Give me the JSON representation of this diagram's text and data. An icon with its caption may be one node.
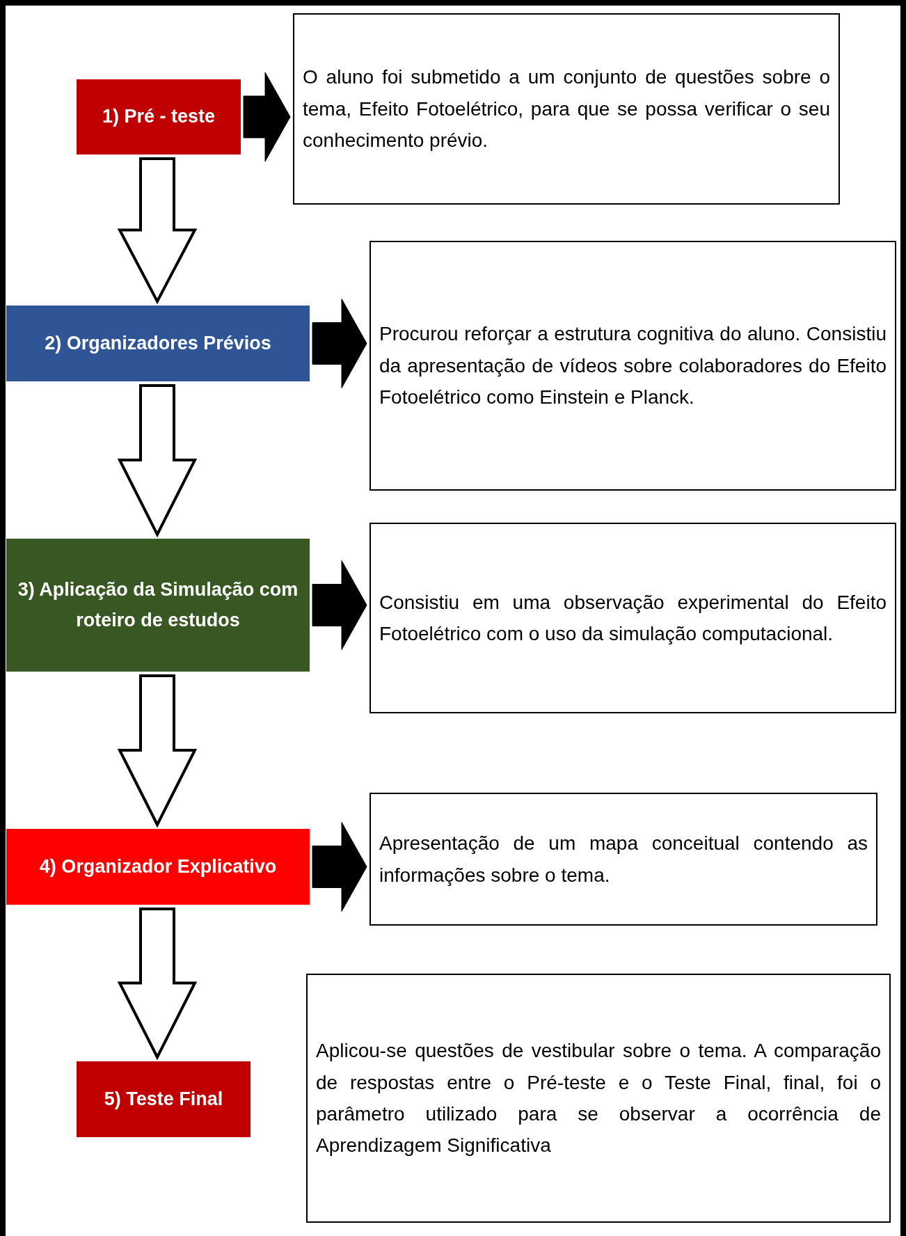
{
  "diagram": {
    "nodes": [
      {
        "text": [
          "1) Pré - teste"
        ]
      },
      {
        "text": [
          "O aluno foi submetido a um conjunto de questões sobre o tema, Efeito Fotoelétrico, para que se possa verificar o seu conhecimento prévio."
        ]
      },
      {
        "text": [
          "2) Organizadores Prévios"
        ]
      },
      {
        "text": [
          "Procurou reforçar a estrutura cognitiva do aluno. Consistiu da apresentação de vídeos sobre colaboradores do Efeito Fotoelétrico como Einstein e Planck."
        ]
      },
      {
        "text": [
          "3) Aplicação da Simulação com roteiro de estudos"
        ]
      },
      {
        "text": [
          "Consistiu em uma observação experimental do Efeito Fotoelétrico com o uso da simulação computacional."
        ]
      },
      {
        "text": [
          "4) Organizador Explicativo"
        ]
      },
      {
        "text": [
          "Apresentação de um mapa conceitual contendo as informações sobre o tema."
        ]
      },
      {
        "text": [
          "5) Teste Final"
        ]
      },
      {
        "text": [
          "Aplicou-se questões de vestibular sobre o tema. A comparação de respostas entre o Pré-teste e o Teste Final, final, foi o parâmetro utilizado para se observar a ocorrência de Aprendizagem Significativa"
        ]
      }
    ],
    "edges": [
      {
        "from": 0,
        "to": 1,
        "arrow": "to"
      },
      {
        "from": 0,
        "to": 2,
        "arrow": "to"
      },
      {
        "from": 2,
        "to": 3,
        "arrow": "to"
      },
      {
        "from": 2,
        "to": 4,
        "arrow": "to"
      },
      {
        "from": 4,
        "to": 5,
        "arrow": "to"
      },
      {
        "from": 4,
        "to": 6,
        "arrow": "to"
      },
      {
        "from": 6,
        "to": 7,
        "arrow": "to"
      },
      {
        "from": 6,
        "to": 8,
        "arrow": "to"
      }
    ]
  }
}
